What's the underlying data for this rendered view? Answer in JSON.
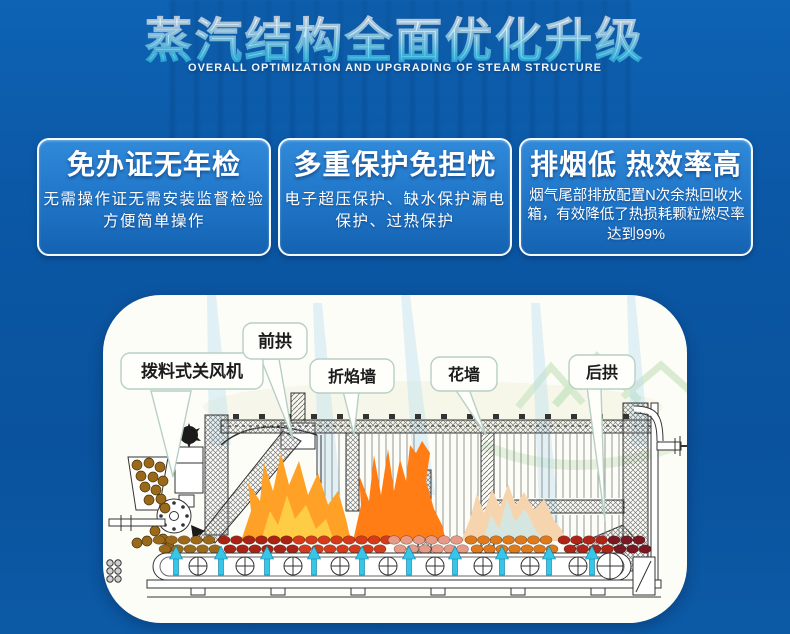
{
  "header": {
    "title": "蒸汽结构全面优化升级",
    "subtitle": "OVERALL OPTIMIZATION AND UPGRADING OF STEAM STRUCTURE"
  },
  "features": [
    {
      "title": "免办证无年检",
      "desc": "无需操作证无需安装监督检验方便简单操作"
    },
    {
      "title": "多重保护免担忧",
      "desc": "电子超压保护、缺水保护漏电保护、过热保护"
    },
    {
      "title": "排烟低 热效率高",
      "desc": "烟气尾部排放配置N次余热回收水箱，有效降低了热损耗颗粒燃尽率达到99%"
    }
  ],
  "diagram": {
    "labels": {
      "feeder": "拨料式关风机",
      "front_arch": "前拱",
      "flame_wall": "折焰墙",
      "flower_wall": "花墙",
      "rear_arch": "后拱"
    },
    "colors": {
      "pellets": [
        "#9a6a1a",
        "#a82314",
        "#d53b1a",
        "#e89a86",
        "#e0791a",
        "#b02418",
        "#7a1822"
      ],
      "arrow": "#38c6e8",
      "arrow_edge": "#0e7d9e",
      "flame_left": "#ffa126",
      "flame_left_hi": "#ffd04a",
      "flame_mid": "#ff7d14",
      "flame_right": "#f6d5ae",
      "flame_right_blue": "#cfe9ea",
      "beam": "#bfe0f0",
      "watermark_green": "#b5d9a8"
    }
  },
  "colors": {
    "page_bg": "#0b58a6",
    "card_border": "#f4f9ff",
    "title_gradient_bottom": "#35cdf5"
  }
}
